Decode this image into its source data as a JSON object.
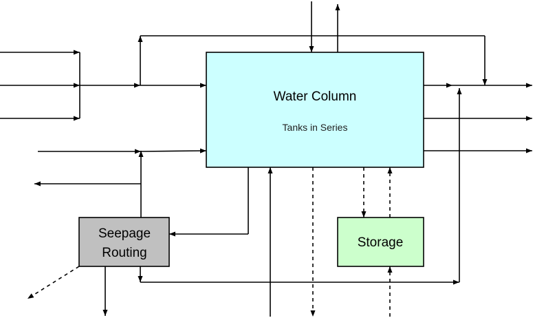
{
  "boxes": {
    "water_column": {
      "title": "Water Column",
      "subtitle": "Tanks in Series",
      "fill": "#ccffff"
    },
    "seepage_routing": {
      "line1": "Seepage",
      "line2": "Routing",
      "fill": "#c0c0c0"
    },
    "storage": {
      "title": "Storage",
      "fill": "#ccffcc"
    }
  }
}
